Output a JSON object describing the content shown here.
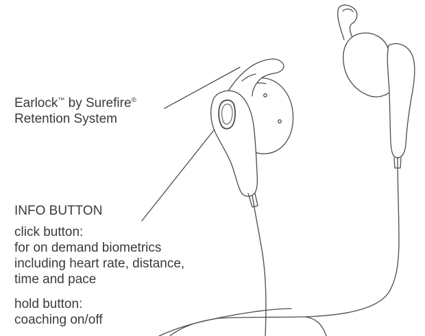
{
  "earlock": {
    "name": "Earlock",
    "trademark": "™",
    "by": " by Surefire",
    "registered": "®",
    "line2": "Retention System"
  },
  "info_button": {
    "title": "INFO BUTTON",
    "click_lines": [
      "click button:",
      "for on demand biometrics",
      "including heart rate, distance,",
      "time and pace"
    ],
    "hold_lines": [
      "hold button:",
      "coaching on/off"
    ]
  },
  "colors": {
    "outline": "#4a4a4a",
    "text": "#3a3a3a",
    "background": "#ffffff"
  }
}
